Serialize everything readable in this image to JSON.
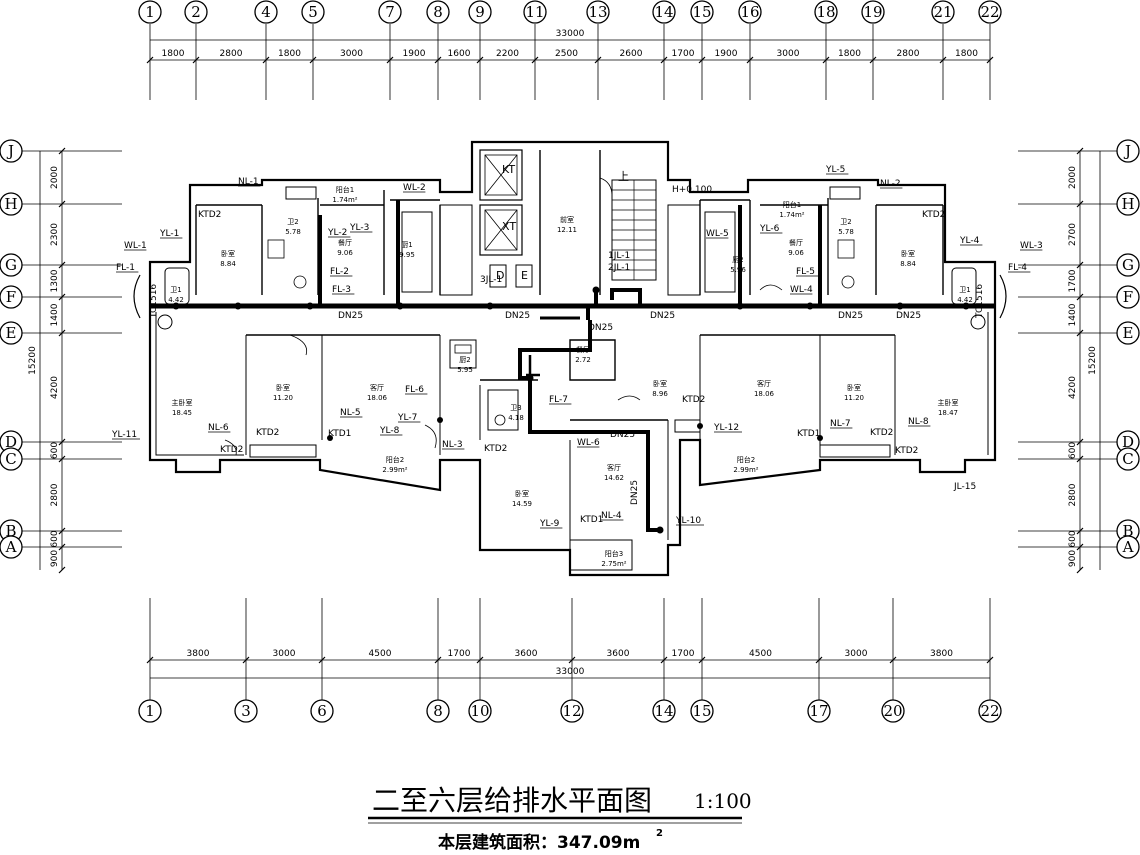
{
  "title": {
    "main": "二至六层给排水平面图",
    "scale": "1:100",
    "area_note": "本层建筑面积：347.09m",
    "area_sup": "2"
  },
  "axes": {
    "top": [
      "1",
      "2",
      "4",
      "5",
      "7",
      "8",
      "9",
      "11",
      "13",
      "14",
      "15",
      "16",
      "18",
      "19",
      "21",
      "22"
    ],
    "bottom": [
      "1",
      "3",
      "6",
      "8",
      "10",
      "12",
      "14",
      "15",
      "17",
      "20",
      "22"
    ],
    "left": [
      "J",
      "H",
      "G",
      "F",
      "E",
      "D",
      "C",
      "B",
      "A"
    ],
    "right": [
      "J",
      "H",
      "G",
      "F",
      "E",
      "D",
      "C",
      "B",
      "A"
    ]
  },
  "dimensions": {
    "top_total": "33000",
    "top_segments": [
      "1800",
      "2800",
      "1800",
      "3000",
      "1900",
      "1600",
      "2200",
      "2500",
      "2600",
      "1700",
      "1900",
      "3000",
      "1800",
      "2800",
      "1800"
    ],
    "bottom_total": "33000",
    "bottom_segments": [
      "3800",
      "3000",
      "4500",
      "1700",
      "3600",
      "3600",
      "1700",
      "4500",
      "3000",
      "3800"
    ],
    "left_total": "15200",
    "left_segments": [
      "2000",
      "2300",
      "1300",
      "1400",
      "4200",
      "600",
      "2800",
      "600",
      "900"
    ],
    "right_total": "15200",
    "right_segments": [
      "2000",
      "2700",
      "1700",
      "1400",
      "4200",
      "600",
      "2800",
      "600",
      "900"
    ]
  },
  "rooms": [
    {
      "name": "卧室",
      "area": "8.84"
    },
    {
      "name": "卫2",
      "area": "5.78"
    },
    {
      "name": "餐厅",
      "area": "9.06"
    },
    {
      "name": "厨1",
      "area": "9.95"
    },
    {
      "name": "卫1",
      "area": "4.42"
    },
    {
      "name": "前室",
      "area": "12.11"
    },
    {
      "name": "厨2",
      "area": "5.96"
    },
    {
      "name": "餐厅",
      "area": "9.06"
    },
    {
      "name": "卫2",
      "area": "5.78"
    },
    {
      "name": "卧室",
      "area": "8.84"
    },
    {
      "name": "卫1",
      "area": "4.42"
    },
    {
      "name": "主卧室",
      "area": "18.45"
    },
    {
      "name": "卧室",
      "area": "11.20"
    },
    {
      "name": "客厅",
      "area": "18.06"
    },
    {
      "name": "厨2",
      "area": "5.95"
    },
    {
      "name": "餐厅",
      "area": "2.72"
    },
    {
      "name": "卧室",
      "area": "8.96"
    },
    {
      "name": "卫3",
      "area": "4.18"
    },
    {
      "name": "客厅",
      "area": "18.06"
    },
    {
      "name": "卧室",
      "area": "11.20"
    },
    {
      "name": "主卧室",
      "area": "18.47"
    },
    {
      "name": "阳台2",
      "area": "2.99m²"
    },
    {
      "name": "阳台2",
      "area": "2.99m²"
    },
    {
      "name": "卧室",
      "area": "14.59"
    },
    {
      "name": "客厅",
      "area": "14.62"
    },
    {
      "name": "阳台3",
      "area": "2.75m²"
    },
    {
      "name": "阳台1",
      "area": "1.74m²"
    },
    {
      "name": "阳台1",
      "area": "1.74m²"
    }
  ],
  "labels": [
    "NL-1",
    "WL-2",
    "KTD2",
    "YL-1",
    "WL-1",
    "FL-1",
    "YL-2",
    "YL-3",
    "FL-2",
    "FL-3",
    "TC1516",
    "DN25",
    "DN25",
    "DN25",
    "DN25",
    "DN25",
    "DN25",
    "H+0.100",
    "3JL-1",
    "1JL-1",
    "2JL-1",
    "WL-5",
    "YL-6",
    "YL-5",
    "NL-2",
    "KTD2",
    "YL-4",
    "WL-3",
    "FL-4",
    "FL-5",
    "WL-4",
    "TC1516",
    "FL-6",
    "YL-7",
    "NL-5",
    "YL-8",
    "NL-6",
    "KTD2",
    "KTD1",
    "YL-11",
    "KTD2",
    "NL-3",
    "KTD2",
    "FL-7",
    "WL-6",
    "DN25",
    "KTD2",
    "YL-12",
    "KTD1",
    "NL-7",
    "NL-8",
    "KTD2",
    "KTD2",
    "JL-15",
    "YL-9",
    "KTD1",
    "NL-4",
    "YL-10",
    "DN25",
    "KT",
    "XT",
    "D",
    "E",
    "上"
  ]
}
